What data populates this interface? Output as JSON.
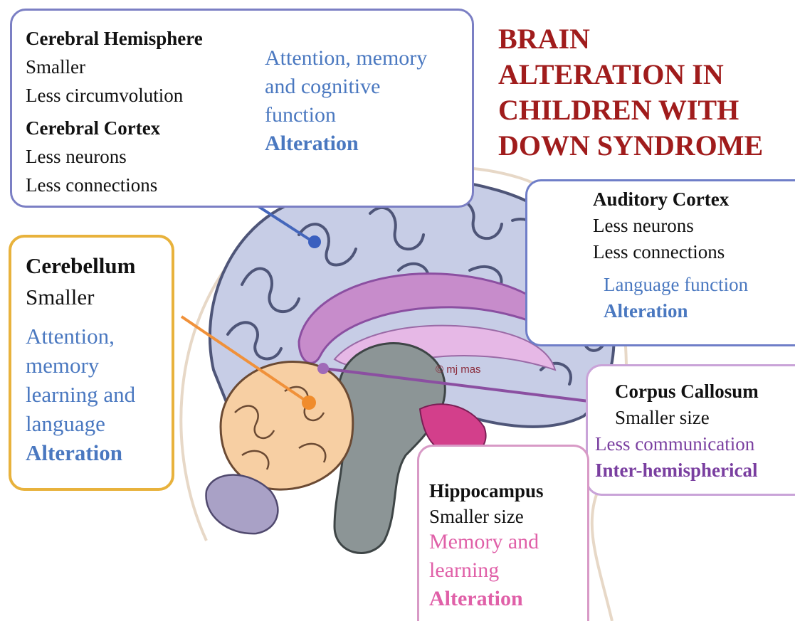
{
  "title": [
    "BRAIN",
    "ALTERATION IN",
    "CHILDREN WITH",
    "DOWN SYNDROME"
  ],
  "watermark": "© mj mas",
  "cerebral": {
    "heading1": "Cerebral Hemisphere",
    "line1": "Smaller",
    "line2": "Less circumvolution",
    "heading2": "Cerebral Cortex",
    "line3": "Less neurons",
    "line4": "Less connections",
    "effect": [
      "Attention, memory",
      "and cognitive",
      "function"
    ],
    "effect_bold": "Alteration"
  },
  "cerebellum": {
    "heading": "Cerebellum",
    "line1": "Smaller",
    "effect": [
      "Attention,",
      "memory",
      "learning and",
      "language"
    ],
    "effect_bold": "Alteration"
  },
  "auditory": {
    "heading": "Auditory Cortex",
    "line1": "Less neurons",
    "line2": "Less connections",
    "effect": "Language function",
    "effect_bold": "Alteration"
  },
  "corpus": {
    "heading": "Corpus Callosum",
    "line1": "Smaller size",
    "effect": "Less communication",
    "effect_bold": "Inter-hemispherical"
  },
  "hippocampus": {
    "heading": "Hippocampus",
    "line1": "Smaller size",
    "effect": [
      "Memory and",
      "learning"
    ],
    "effect_bold": "Alteration"
  },
  "colors": {
    "title": "#a01c1c",
    "blue_text": "#4a78c0",
    "cerebral_border": "#7b7fc4",
    "cerebellum_border": "#e8b23c",
    "auditory_border": "#6f7ec8",
    "corpus_border": "#c9a3d8",
    "hippocampus_border": "#d89ac6",
    "purple_text": "#7a3fa0",
    "pink_text": "#e060a8"
  }
}
